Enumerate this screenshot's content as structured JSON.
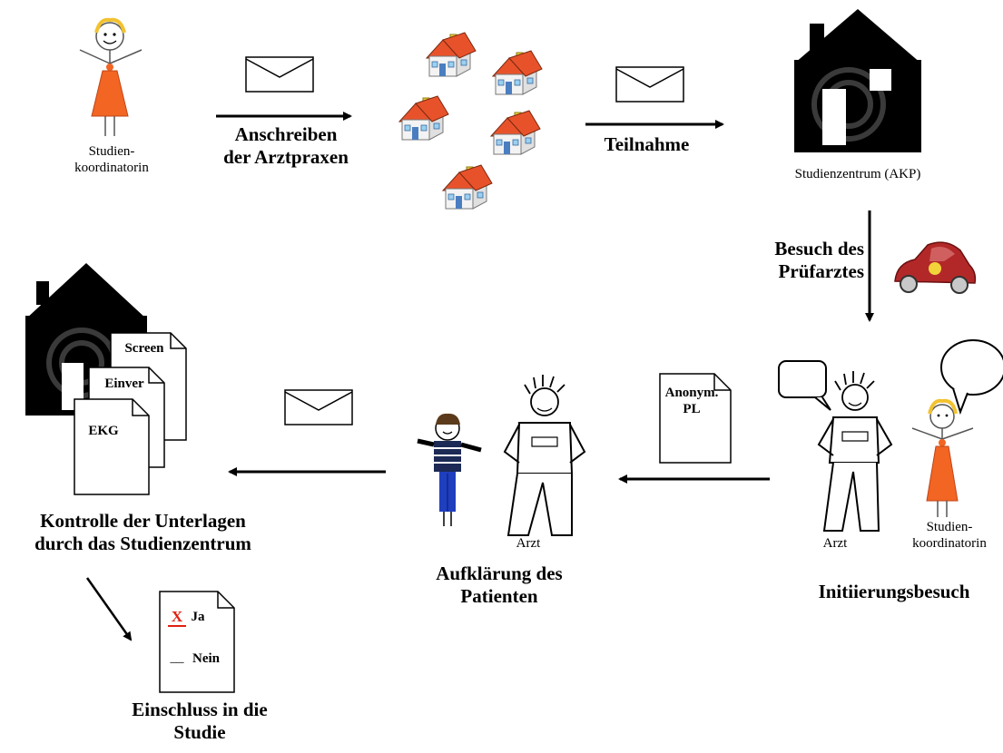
{
  "labels": {
    "coordinator_top": "Studien-\nkoordinatorin",
    "step_anschreiben": "Anschreiben\nder Arztpraxen",
    "step_teilnahme": "Teilnahme",
    "studienzentrum": "Studienzentrum (AKP)",
    "step_besuch": "Besuch des\nPrüfarztes",
    "arzt_right": "Arzt",
    "coordinator_right": "Studien-\nkoordinatorin",
    "step_initiierung": "Initiierungsbesuch",
    "doc_anonym": "Anonym.\nPL",
    "arzt_middle": "Arzt",
    "step_aufklaerung": "Aufklärung des\nPatienten",
    "doc_screen": "Screen",
    "doc_einver": "Einver",
    "doc_ekg": "EKG",
    "step_kontrolle": "Kontrolle der Unterlagen\ndurch das Studienzentrum",
    "choice_x": "X",
    "choice_ja": "Ja",
    "choice_blank": "__",
    "choice_nein": "Nein",
    "step_einschluss": "Einschluss in die\nStudie"
  },
  "colors": {
    "orange_dress": "#f26522",
    "roof": "#e8522b",
    "chimney": "#f2d43a",
    "car": "#b22828",
    "house_black": "#000000",
    "x_mark": "#e02010",
    "pants_blue": "#1f3fbf",
    "shirt_stripes": "#1c2a55"
  }
}
